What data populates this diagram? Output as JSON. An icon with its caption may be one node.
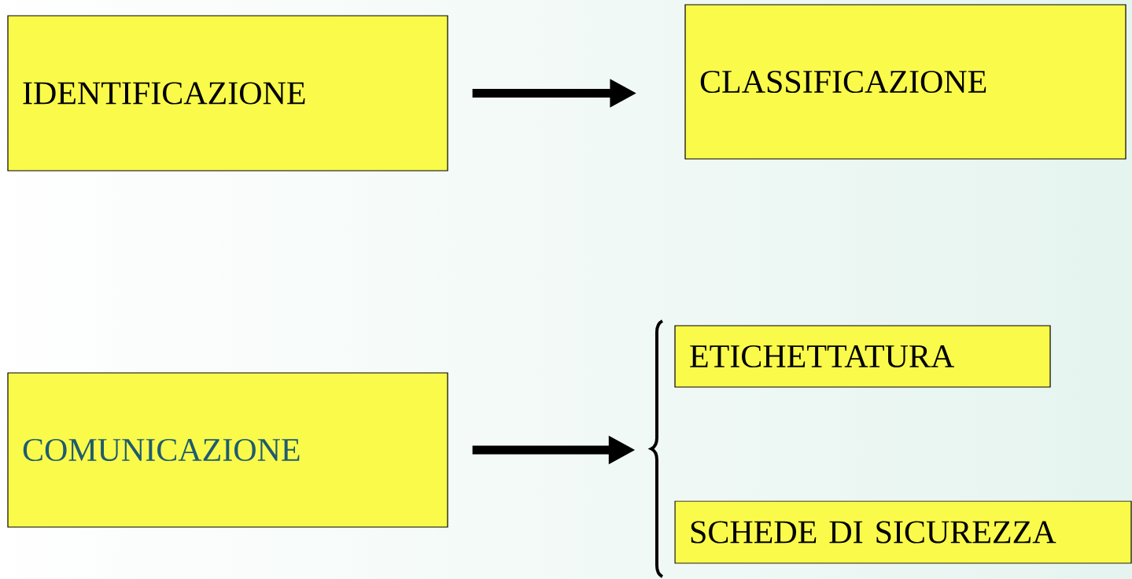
{
  "diagram": {
    "nodes": [
      {
        "text": [
          "IDENTIFICAZIONE"
        ]
      },
      {
        "text": [
          "CLASSIFICAZIONE"
        ]
      },
      {
        "text": [
          "COMUNICAZIONE"
        ]
      },
      {
        "text": [],
        "shape": "brace"
      },
      {
        "text": [
          "ETICHETTATURA"
        ]
      },
      {
        "text": [
          "SCHEDE DI SICUREZZA"
        ]
      }
    ],
    "edges": [
      {
        "from": 0,
        "to": 1,
        "arrow": "to"
      },
      {
        "from": 2,
        "to": 3,
        "arrow": "to"
      }
    ]
  }
}
